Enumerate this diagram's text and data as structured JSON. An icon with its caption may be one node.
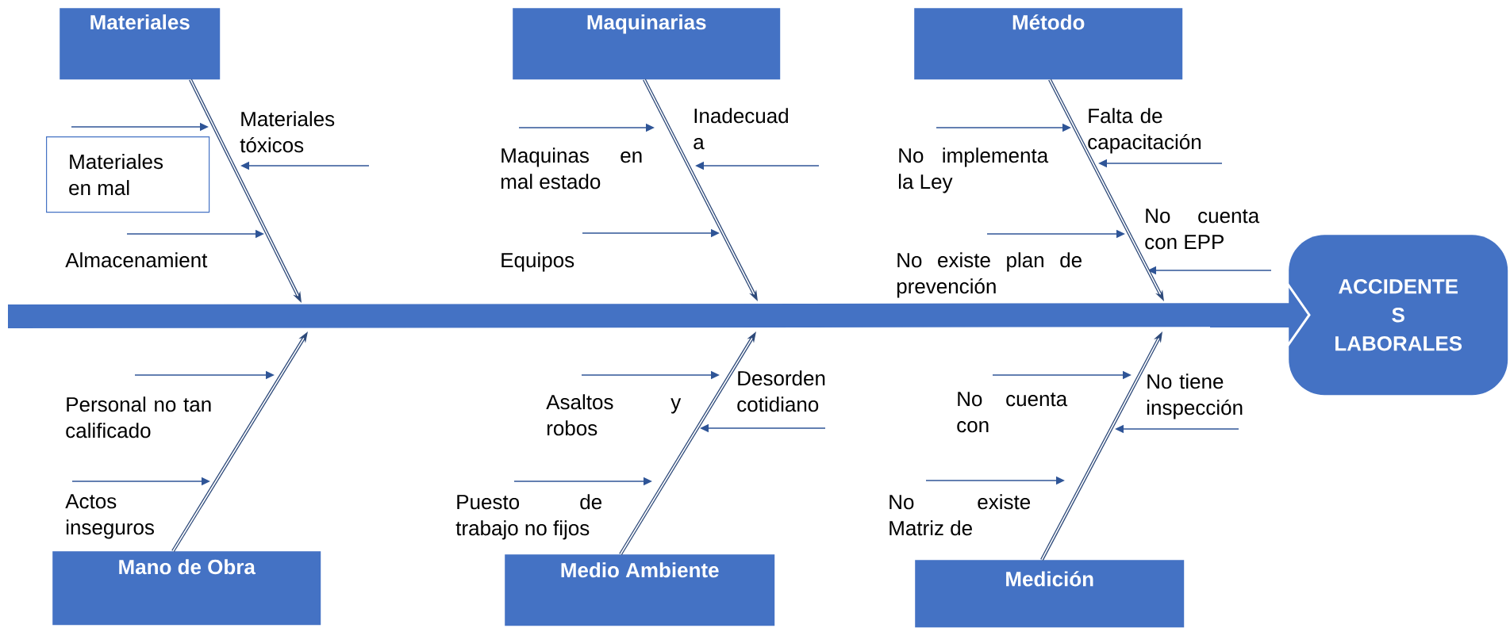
{
  "diagram": {
    "nodes": [
      {
        "text": [
          "Materiales"
        ]
      },
      {
        "text": [
          "Materiales en mal"
        ]
      },
      {
        "text": [
          "Maquinarias"
        ]
      },
      {
        "text": [
          "Método"
        ]
      },
      {
        "text": [
          "ACCIDENTE S LABORALES"
        ]
      },
      {
        "text": [
          "Mano de Obra"
        ]
      },
      {
        "text": [
          "Medio Ambiente"
        ]
      },
      {
        "text": [
          "Medición"
        ]
      }
    ],
    "edges": [
      {
        "from": 0,
        "to": null,
        "arrow": "to"
      },
      {
        "from": 2,
        "to": null,
        "arrow": "to"
      },
      {
        "from": 3,
        "to": null,
        "arrow": "to"
      },
      {
        "from": 5,
        "to": null,
        "arrow": "to"
      },
      {
        "from": 6,
        "to": null,
        "arrow": "to"
      },
      {
        "from": 7,
        "to": null,
        "arrow": "to"
      },
      {
        "from": null,
        "to": 4,
        "arrow": "to",
        "style": "thick"
      }
    ],
    "labels": [
      "Materiales tóxicos",
      "Almacenamient",
      "Inadecuad a",
      "Maquinas en mal estado",
      "Equipos",
      "Falta de capacitación",
      "No implementa la Ley",
      "No cuenta con EPP",
      "No existe plan de prevención",
      "Personal no tan calificado",
      "Actos inseguros",
      "Asaltos y robos",
      "Desorden cotidiano",
      "Puesto de trabajo no fijos",
      "No cuenta con",
      "No tiene inspección",
      "No existe Matriz de"
    ]
  }
}
